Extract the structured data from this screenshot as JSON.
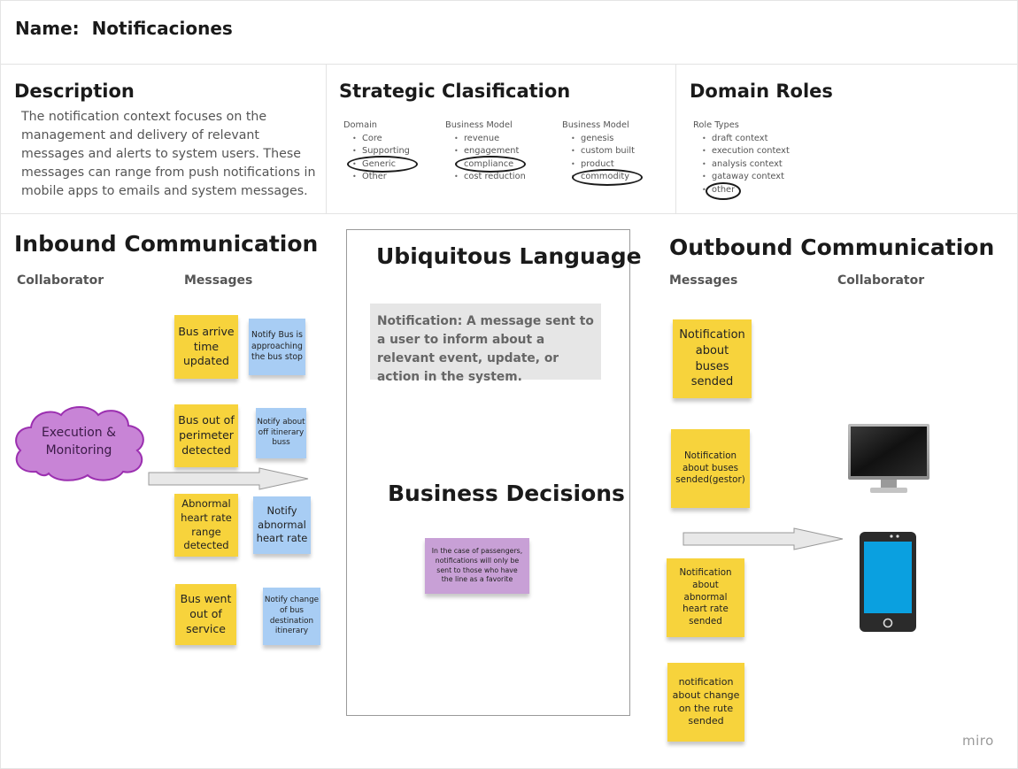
{
  "header": {
    "name_label": "Name:  Notificaciones"
  },
  "description": {
    "title": "Description",
    "text": "The notification context focuses on the management and delivery of relevant messages and alerts to system users. These messages can range from push notifications in mobile apps to emails and system messages."
  },
  "strategic": {
    "title": "Strategic Clasification",
    "domain": {
      "title": "Domain",
      "items": [
        "Core",
        "Supporting",
        "Generic",
        "Other"
      ]
    },
    "business_model_1": {
      "title": "Business Model",
      "items": [
        "revenue",
        "engagement",
        "compliance",
        "cost reduction"
      ]
    },
    "business_model_2": {
      "title": "Business Model",
      "items": [
        "genesis",
        "custom built",
        "product",
        "commodity"
      ]
    }
  },
  "domain_roles": {
    "title": "Domain Roles",
    "role_types": {
      "title": "Role Types",
      "items": [
        "draft context",
        "execution context",
        "analysis context",
        "gataway context",
        "other"
      ]
    }
  },
  "inbound": {
    "title": "Inbound Communication",
    "collaborator_label": "Collaborator",
    "messages_label": "Messages",
    "collaborator": "Execution & Monitoring",
    "messages": [
      {
        "event": "Bus arrive time updated",
        "action": "Notify Bus is approaching the  bus stop"
      },
      {
        "event": "Bus out of perimeter detected",
        "action": "Notify about off itinerary buss"
      },
      {
        "event": "Abnormal heart rate range detected",
        "action": "Notify abnormal heart rate"
      },
      {
        "event": "Bus went out of service",
        "action": "Notify change of bus destination itinerary"
      }
    ]
  },
  "ubiquitous": {
    "title": "Ubiquitous Language",
    "definition": "Notification: A message sent to a user to inform about a relevant event, update, or action in the system.",
    "decisions_title": "Business Decisions",
    "decision": "In the case of passengers, notifications will only be sent to those who have the line as a favorite"
  },
  "outbound": {
    "title": "Outbound Communication",
    "messages_label": "Messages",
    "collaborator_label": "Collaborator",
    "messages": [
      "Notification about buses sended",
      "Notification about buses sended(gestor)",
      "Notification about abnormal heart rate sended",
      "notification about change on the rute sended"
    ],
    "collaborator_icons": [
      "monitor-icon",
      "smartphone-icon"
    ]
  },
  "watermark": "miro",
  "colors": {
    "sticky_yellow": "#f7d33c",
    "sticky_blue": "#a8cdf4",
    "sticky_purple": "#c8a0d6",
    "cloud_fill": "#c884d6",
    "cloud_stroke": "#9b2fb0",
    "phone_screen": "#0aa0e0"
  }
}
